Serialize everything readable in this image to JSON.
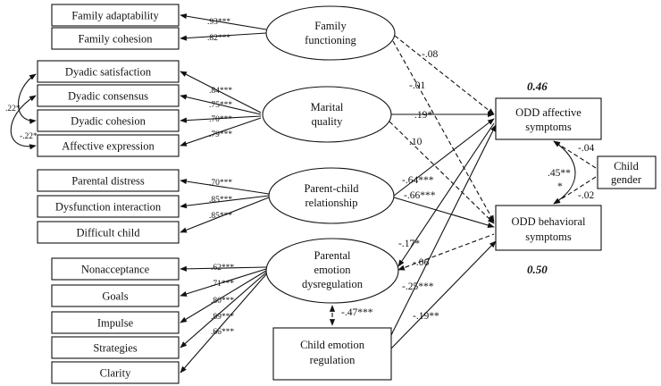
{
  "observed": {
    "family_adaptability": "Family adaptability",
    "family_cohesion": "Family cohesion",
    "dyadic_satisfaction": "Dyadic satisfaction",
    "dyadic_consensus": "Dyadic consensus",
    "dyadic_cohesion": "Dyadic cohesion",
    "affective_expression": "Affective expression",
    "parental_distress": "Parental distress",
    "dysfunction_interaction": "Dysfunction interaction",
    "difficult_child": "Difficult child",
    "nonacceptance": "Nonacceptance",
    "goals": "Goals",
    "impulse": "Impulse",
    "strategies": "Strategies",
    "clarity": "Clarity",
    "child_emotion_regulation": [
      "Child emotion",
      "regulation"
    ],
    "odd_affective": [
      "ODD affective",
      "symptoms"
    ],
    "odd_behavioral": [
      "ODD behavioral",
      "symptoms"
    ],
    "child_gender": [
      "Child",
      "gender"
    ]
  },
  "latent": {
    "family_functioning": [
      "Family",
      "functioning"
    ],
    "marital_quality": [
      "Marital",
      "quality"
    ],
    "parent_child_relationship": [
      "Parent-child",
      "relationship"
    ],
    "parental_emotion_dysregulation": [
      "Parental",
      "emotion",
      "dysregulation"
    ]
  },
  "loadings": {
    "family_adaptability": ".93***",
    "family_cohesion": ".82***",
    "dyadic_satisfaction": ".84***",
    "dyadic_consensus": ".75***",
    "dyadic_cohesion": ".70***",
    "affective_expression": ".79***",
    "parental_distress": ".70***",
    "dysfunction_interaction": ".85***",
    "difficult_child": ".85***",
    "nonacceptance": ".62***",
    "goals": ".71***",
    "impulse": ".80***",
    "strategies": ".89***",
    "clarity": ".66***"
  },
  "covariances": {
    "satisfaction_cohesion": ".22*",
    "consensus_affective": "-.22*",
    "dysregulation_child_regulation": "-.47***",
    "odd_symptoms": ".45**",
    "odd_symptoms_star": "*"
  },
  "paths": {
    "ff_affective": "-.08",
    "ff_behavioral": "-.01",
    "mq_affective": ".19*",
    "mq_behavioral": ".10",
    "pc_affective": "-.64***",
    "pc_behavioral": "-.66***",
    "ped_affective": "-.17*",
    "ped_behavioral": "-.06",
    "cer_affective": "-.25***",
    "cer_behavioral": "-.19**",
    "gender_affective": "-.04",
    "gender_behavioral": "-.02"
  },
  "r_squared": {
    "odd_affective": "0.46",
    "odd_behavioral": "0.50"
  }
}
